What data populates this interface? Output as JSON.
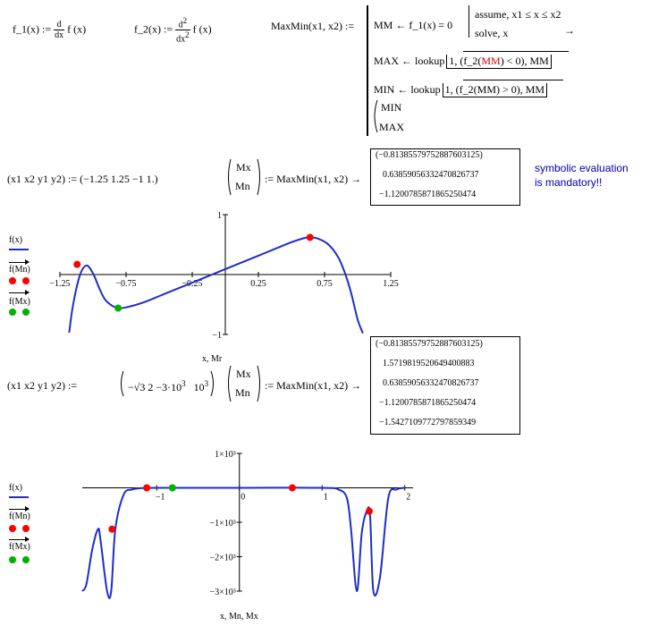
{
  "defs": {
    "f1_lhs": "f_1(x) :=",
    "f1_d_num": "d",
    "f1_d_den": "dx",
    "f1_rhs": "f (x)",
    "f2_lhs": "f_2(x) :=",
    "f2_d_num": "d",
    "f2_d_num_exp": "2",
    "f2_d_den": "dx",
    "f2_d_den_exp": "2",
    "f2_rhs": "f (x)",
    "maxmin_lhs": "MaxMin(x1, x2) :=",
    "line1": "MM ← f_1(x) = 0",
    "line1_assume": "assume, x1 ≤ x ≤ x2",
    "line1_solve": "solve, x",
    "line1_arrow": "→",
    "line2_a": "MAX ← lookup",
    "line2_b": "1, (f_2(",
    "line2_mm": "MM",
    "line2_c": ") < 0), MM",
    "line3": "MIN ← lookup",
    "line3_b": "1, (f_2(MM) > 0), MM",
    "vec_min": "MIN",
    "vec_max": "MAX"
  },
  "eval1": {
    "lhs": "(x1   x2   y1   y2) := (−1.25   1.25   −1   1.)",
    "mx": "Mx",
    "mn": "Mn",
    "rhs": ":= MaxMin(x1, x2) →",
    "values": [
      "(−0.81385579752887603125)",
      "0.63859056332470826737",
      "−1.1200785871865250474"
    ],
    "note_line1": "symbolic evaluation",
    "note_line2": "is mandatory!!"
  },
  "eval2": {
    "lhs_a": "(x1   x2   y1   y2) :=",
    "lhs_b": "−√3   2   −3·10",
    "lhs_exp": "3",
    "lhs_c": "10",
    "lhs_exp2": "3",
    "mx": "Mx",
    "mn": "Mn",
    "rhs": ":= MaxMin(x1, x2) →",
    "values": [
      "(−0.81385579752887603125)",
      "1.5719819520649400883",
      "0.63859056332470826737",
      "−1.1200785871865250474",
      "−1.5427109772797859349"
    ]
  },
  "legend": {
    "fx": "f(x)",
    "fmn": "f(Mn)",
    "fmx": "f(Mx)"
  },
  "colors": {
    "curve": "#1e2dc8",
    "max_marker": "#ff0000",
    "min_marker": "#00b000",
    "note": "#0000b0"
  },
  "chart_data": [
    {
      "type": "line",
      "title": "",
      "xlabel": "x, Mr",
      "ylabel": "",
      "xlim": [
        -1.25,
        1.25
      ],
      "ylim": [
        -1,
        1
      ],
      "xticks": [
        "−1.25",
        "−0.75",
        "−0.25",
        "0.25",
        "0.75",
        "1.25"
      ],
      "yticks": [
        "1",
        "−1"
      ],
      "series": [
        {
          "name": "f(x)",
          "x": [
            -1.18,
            -1.15,
            -1.1,
            -1.05,
            -1.0,
            -0.95,
            -0.9,
            -0.81,
            -0.7,
            -0.6,
            -0.5,
            -0.4,
            -0.3,
            -0.2,
            -0.1,
            0.0,
            0.1,
            0.2,
            0.3,
            0.4,
            0.5,
            0.6,
            0.64,
            0.7,
            0.78,
            0.85,
            0.9,
            0.95,
            1.0,
            1.04
          ],
          "y": [
            -0.97,
            -0.5,
            -0.02,
            0.15,
            0.02,
            -0.24,
            -0.44,
            -0.56,
            -0.52,
            -0.45,
            -0.36,
            -0.27,
            -0.18,
            -0.09,
            0.0,
            0.09,
            0.18,
            0.27,
            0.36,
            0.45,
            0.54,
            0.61,
            0.62,
            0.6,
            0.5,
            0.3,
            0.05,
            -0.3,
            -0.75,
            -0.98
          ]
        }
      ],
      "max_points": {
        "x": [
          -1.12,
          0.64
        ],
        "y": [
          0.17,
          0.62
        ]
      },
      "min_points": {
        "x": [
          -0.81
        ],
        "y": [
          -0.56
        ]
      }
    },
    {
      "type": "line",
      "title": "",
      "xlabel": "x, Mn, Mx",
      "ylabel": "",
      "xlim": [
        -1.9,
        2.1
      ],
      "ylim": [
        -3000,
        1000
      ],
      "xticks": [
        "−1",
        "0",
        "1",
        "2"
      ],
      "yticks": [
        "1×10³",
        "−1×10³",
        "−2×10³",
        "−3×10³"
      ],
      "series": [
        {
          "name": "f(x)",
          "x": [
            -1.9,
            -1.85,
            -1.78,
            -1.71,
            -1.68,
            -1.6,
            -1.55,
            -1.5,
            -1.4,
            -1.3,
            -1.2,
            -1.0,
            0.0,
            1.0,
            1.2,
            1.3,
            1.35,
            1.42,
            1.48,
            1.54,
            1.58,
            1.62,
            1.7,
            1.8,
            1.9,
            2.0
          ],
          "y": [
            -3000,
            -2800,
            -1800,
            -1200,
            -1500,
            -3000,
            -3000,
            -1200,
            -200,
            -50,
            -10,
            0,
            0,
            0,
            -50,
            -300,
            -1200,
            -3000,
            -1300,
            -680,
            -800,
            -3000,
            -2600,
            -300,
            -50,
            0
          ]
        }
      ],
      "max_points": {
        "x": [
          -1.54,
          -1.12,
          0.64,
          1.57
        ],
        "y": [
          -1200,
          0,
          0,
          -680
        ]
      },
      "min_points": {
        "x": [
          -0.81
        ],
        "y": [
          0
        ]
      }
    }
  ]
}
